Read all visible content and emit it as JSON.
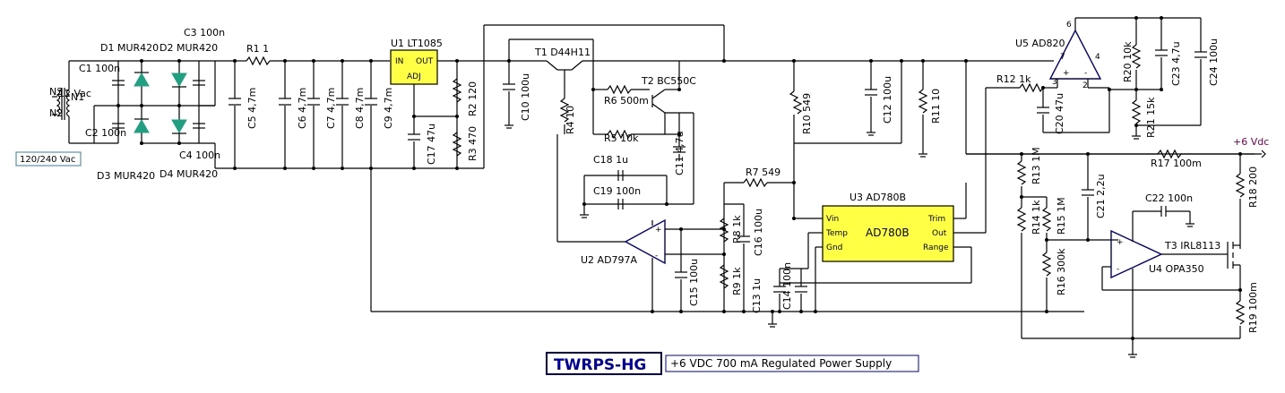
{
  "title": "TWRPS-HG",
  "subtitle": "+6 VDC 700 mA Regulated Power Supply",
  "output_label": "+6 Vdc",
  "input": {
    "mains_label": "120/240 Vac",
    "n3": "N3",
    "n2": "N2",
    "n1": "N1",
    "sec": "12 Vac"
  },
  "components": {
    "c3": "C3 100n",
    "d1": "D1 MUR420",
    "d2": "D2 MUR420",
    "c1": "C1 100n",
    "c2": "C2 100n",
    "c4": "C4 100n",
    "d3": "D3 MUR420",
    "d4": "D4 MUR420",
    "r1": "R1 1",
    "c5": "C5 4,7m",
    "c6": "C6 4,7m",
    "c7": "C7 4,7m",
    "c8": "C8 4,7m",
    "c9": "C9 4,7m",
    "u1": "U1 LT1085",
    "u1_in": "IN",
    "u1_out": "OUT",
    "u1_adj": "ADJ",
    "r2": "R2 120",
    "r3": "R3 470",
    "c17": "C17 47u",
    "c10": "C10 100u",
    "t1": "T1 D44H11",
    "r4": "R4 10",
    "t2": "T2 BC550C",
    "r6": "R6 500m",
    "r5": "R5 10k",
    "c11": "C11 4,7u",
    "c18": "C18 1u",
    "c19": "C19 100n",
    "r10": "R10 549",
    "c12": "C12 100u",
    "r11": "R11 10",
    "r7": "R7 549",
    "r8": "R8 1k",
    "c16": "C16 100u",
    "r9": "R9 1k",
    "c15": "C15 100u",
    "c13": "C13 1u",
    "c14": "C14 100n",
    "u2": "U2 AD797A",
    "u3": "U3 AD780B",
    "u3_body": "AD780B",
    "u3_vin": "Vin",
    "u3_temp": "Temp",
    "u3_gnd": "Gnd",
    "u3_trim": "Trim",
    "u3_out": "Out",
    "u3_range": "Range",
    "u5": "U5 AD820",
    "r12": "R12 1k",
    "c20": "C20 47u",
    "r20": "R20 10k",
    "r21": "R21 15k",
    "c23": "C23 4,7u",
    "c24": "C24 100u",
    "r17": "R17 100m",
    "r13": "R13 1M",
    "r14": "R14 1k",
    "r15": "R15 1M",
    "r16": "R16 300k",
    "c21": "C21 2,2u",
    "c22": "C22 100n",
    "r18": "R18 200",
    "t3": "T3 IRL8113",
    "u4": "U4 OPA350",
    "r19": "R19 100m"
  },
  "pins": {
    "plus": "+",
    "minus": "-",
    "u5_p7": "7",
    "u5_p4": "4",
    "u5_p3": "3",
    "u5_p2": "2",
    "u5_p6": "6"
  }
}
